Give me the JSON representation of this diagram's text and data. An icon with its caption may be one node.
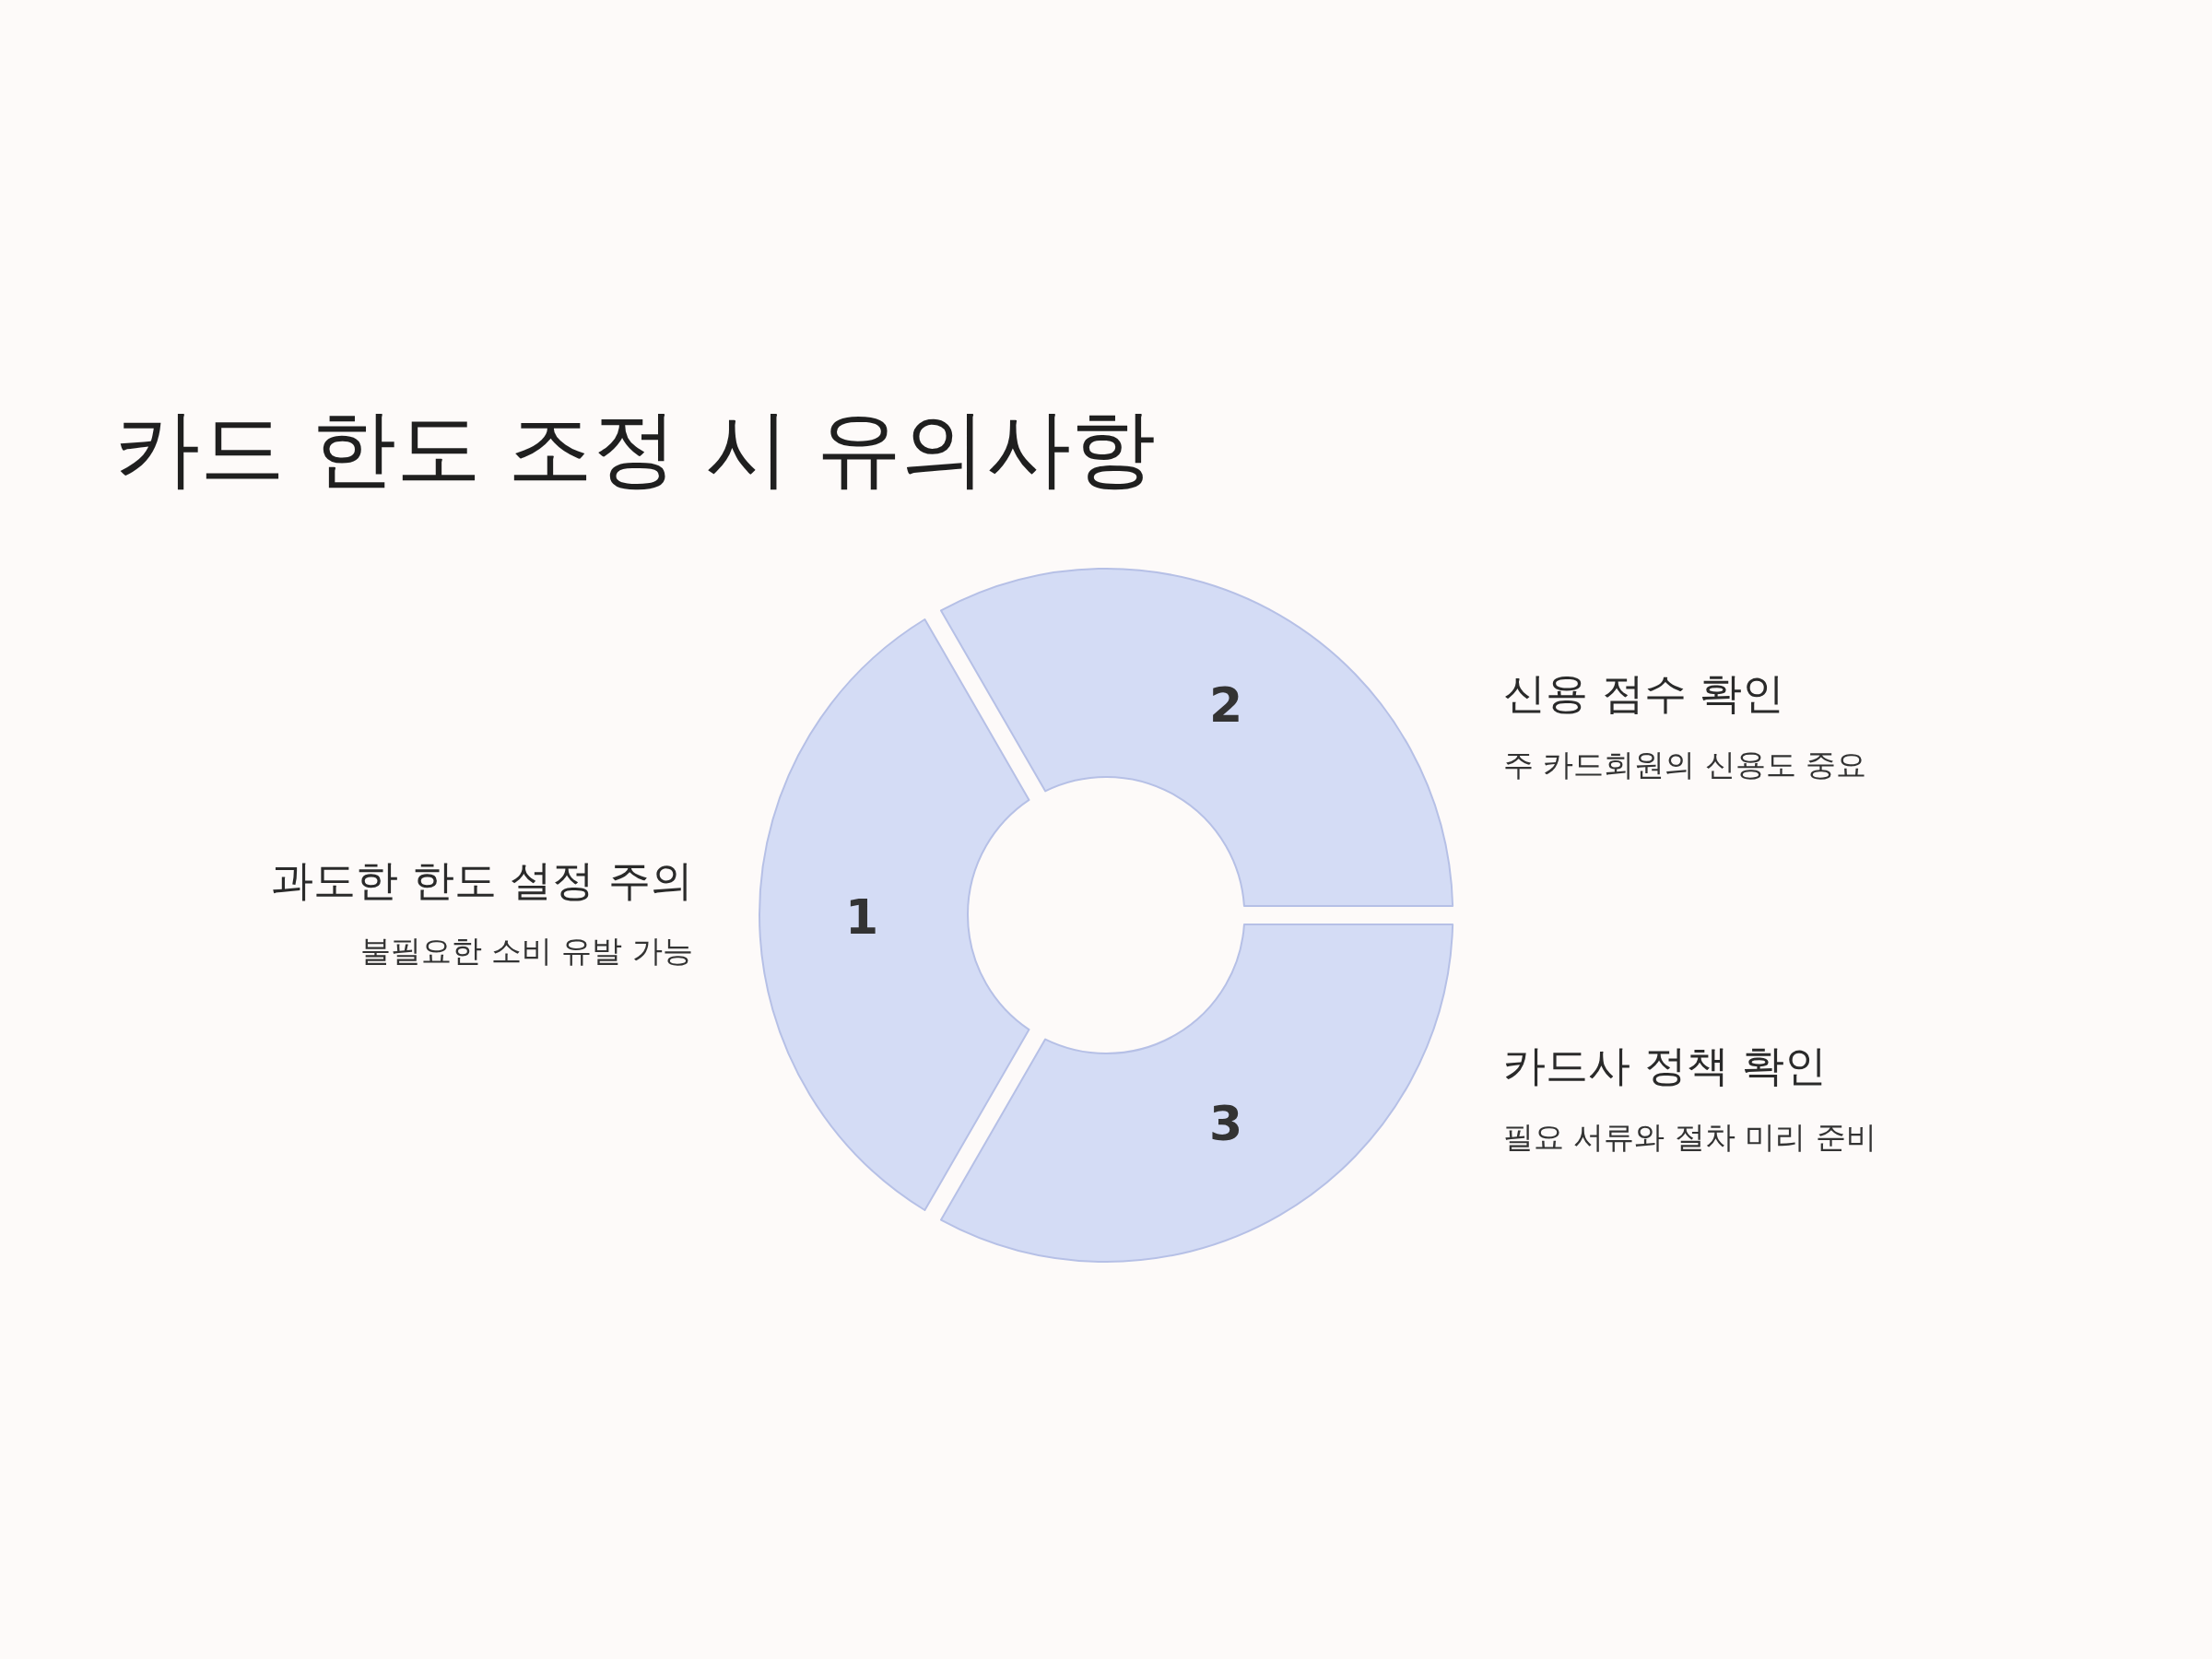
{
  "diagram": {
    "title": "카드 한도 조정 시 유의사항",
    "nodes": [
      {
        "text": [
          "1"
        ],
        "beside": [
          "과도한 한도 설정 주의",
          "불필요한 소비 유발 가능"
        ]
      },
      {
        "text": [
          "2"
        ],
        "beside": [
          "신용 점수 확인",
          "주 카드회원의 신용도 중요"
        ]
      },
      {
        "text": [
          "3"
        ],
        "beside": [
          "카드사 정책 확인",
          "필요 서류와 절차 미리 준비"
        ]
      }
    ]
  }
}
